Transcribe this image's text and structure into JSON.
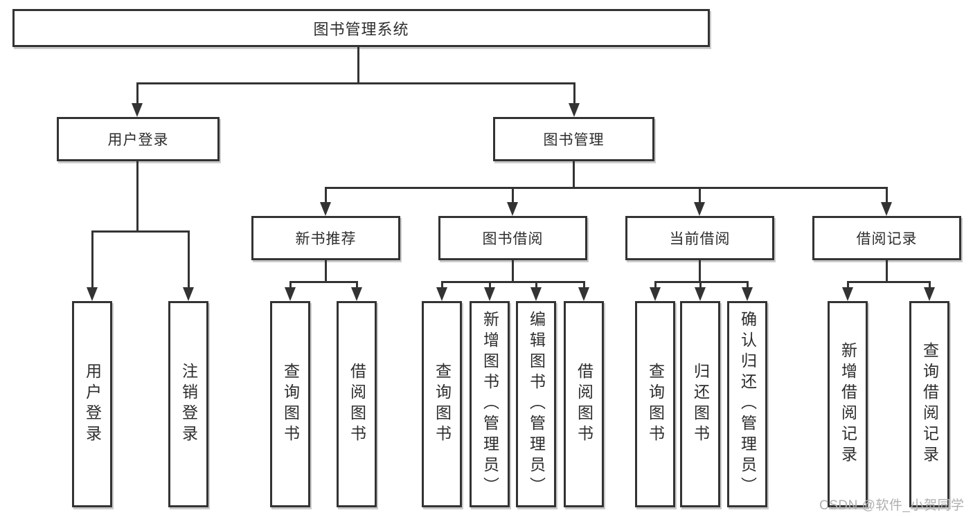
{
  "colors": {
    "line": "#333333",
    "text": "#2d2d2d",
    "box_bg": "#ffffff",
    "background": "#ffffff",
    "watermark": "#b0b0b0"
  },
  "tree": {
    "root": {
      "label": "图书管理系统"
    },
    "branches": [
      {
        "label": "用户登录",
        "children": [
          {
            "label": "用户登录"
          },
          {
            "label": "注销登录"
          }
        ]
      },
      {
        "label": "图书管理",
        "children": [
          {
            "label": "新书推荐",
            "children": [
              {
                "label": "查询图书"
              },
              {
                "label": "借阅图书"
              }
            ]
          },
          {
            "label": "图书借阅",
            "children": [
              {
                "label": "查询图书"
              },
              {
                "label": "新增图书（管理员）"
              },
              {
                "label": "编辑图书（管理员）"
              },
              {
                "label": "借阅图书"
              }
            ]
          },
          {
            "label": "当前借阅",
            "children": [
              {
                "label": "查询图书"
              },
              {
                "label": "归还图书"
              },
              {
                "label": "确认归还（管理员）"
              }
            ]
          },
          {
            "label": "借阅记录",
            "children": [
              {
                "label": "新增借阅记录"
              },
              {
                "label": "查询借阅记录"
              }
            ]
          }
        ]
      }
    ]
  },
  "watermark": {
    "text": "CSDN @软件_小贺同学"
  }
}
